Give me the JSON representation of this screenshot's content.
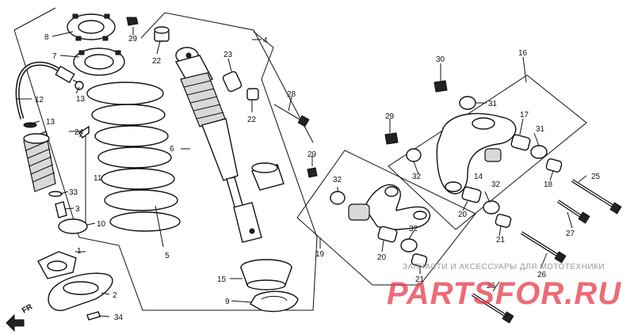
{
  "diagram": {
    "callouts": [
      {
        "id": "c1",
        "text": "1"
      },
      {
        "id": "c2",
        "text": "2"
      },
      {
        "id": "c3",
        "text": "3"
      },
      {
        "id": "c4",
        "text": "4"
      },
      {
        "id": "c5",
        "text": "5"
      },
      {
        "id": "c6",
        "text": "6"
      },
      {
        "id": "c7",
        "text": "7"
      },
      {
        "id": "c8",
        "text": "8"
      },
      {
        "id": "c9",
        "text": "9"
      },
      {
        "id": "c10",
        "text": "10"
      },
      {
        "id": "c11",
        "text": "11"
      },
      {
        "id": "c12",
        "text": "12"
      },
      {
        "id": "c13a",
        "text": "13"
      },
      {
        "id": "c13b",
        "text": "13"
      },
      {
        "id": "c14",
        "text": "14"
      },
      {
        "id": "c15",
        "text": "15"
      },
      {
        "id": "c16",
        "text": "16"
      },
      {
        "id": "c17",
        "text": "17"
      },
      {
        "id": "c18",
        "text": "18"
      },
      {
        "id": "c19",
        "text": "19"
      },
      {
        "id": "c20a",
        "text": "20"
      },
      {
        "id": "c20b",
        "text": "20"
      },
      {
        "id": "c21a",
        "text": "21"
      },
      {
        "id": "c21b",
        "text": "21"
      },
      {
        "id": "c22a",
        "text": "22"
      },
      {
        "id": "c22b",
        "text": "22"
      },
      {
        "id": "c23",
        "text": "23"
      },
      {
        "id": "c24",
        "text": "24"
      },
      {
        "id": "c25",
        "text": "25"
      },
      {
        "id": "c26a",
        "text": "26"
      },
      {
        "id": "c26b",
        "text": "26"
      },
      {
        "id": "c27",
        "text": "27"
      },
      {
        "id": "c28",
        "text": "28"
      },
      {
        "id": "c29a",
        "text": "29"
      },
      {
        "id": "c29b",
        "text": "29"
      },
      {
        "id": "c29c",
        "text": "29"
      },
      {
        "id": "c30",
        "text": "30"
      },
      {
        "id": "c31a",
        "text": "31"
      },
      {
        "id": "c31b",
        "text": "31"
      },
      {
        "id": "c32a",
        "text": "32"
      },
      {
        "id": "c32b",
        "text": "32"
      },
      {
        "id": "c32c",
        "text": "32"
      },
      {
        "id": "c32d",
        "text": "32"
      },
      {
        "id": "c33",
        "text": "33"
      },
      {
        "id": "c34",
        "text": "34"
      }
    ],
    "front_arrow_label": "FR",
    "colors": {
      "line": "#111111",
      "watermark_red": "#e63a4a",
      "watermark_grey": "#9a9a9a"
    }
  },
  "watermark": {
    "caption": "ЗАПЧАСТИ И АКСЕССУАРЫ ДЛЯ МОТОТЕХНИКИ",
    "brand": "PARTSFOR.RU"
  }
}
